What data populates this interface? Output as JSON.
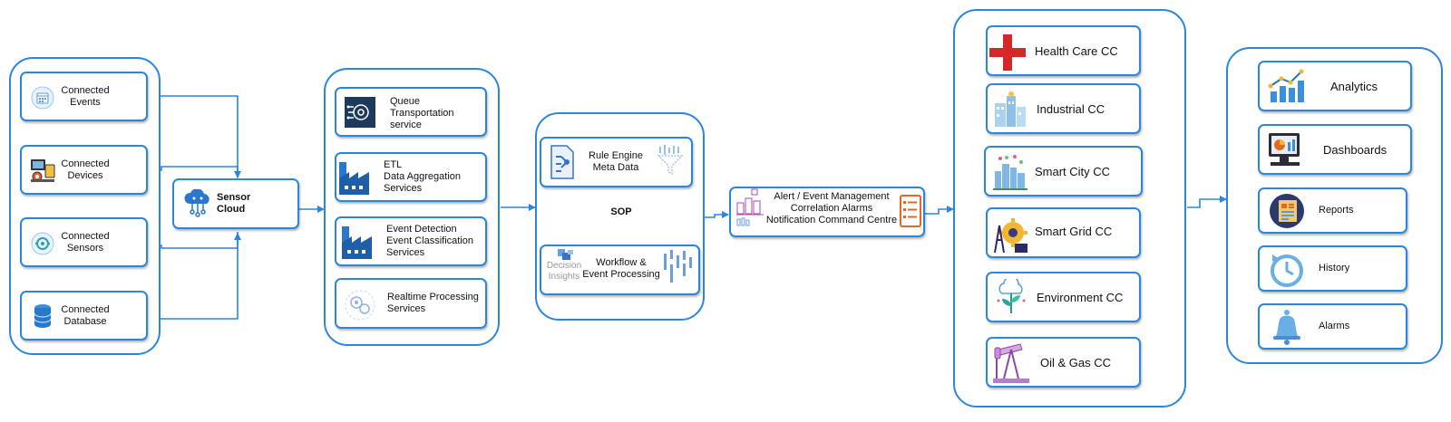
{
  "sources": {
    "events": [
      "Connected",
      "Events"
    ],
    "devices": [
      "Connected",
      "Devices"
    ],
    "sensors": [
      "Connected",
      "Sensors"
    ],
    "database": [
      "Connected",
      "Database"
    ]
  },
  "sensor_cloud": [
    "Sensor",
    "Cloud"
  ],
  "processing": {
    "queue": [
      "Queue",
      "Transportation",
      "service"
    ],
    "etl": [
      "ETL",
      "Data Aggregation",
      "Services"
    ],
    "event_detection": [
      "Event Detection",
      "Event Classification",
      "Services"
    ],
    "realtime": [
      "Realtime Processing",
      "Services"
    ]
  },
  "sop": {
    "title": "SOP",
    "rule_engine": [
      "Rule Engine",
      "Meta Data"
    ],
    "workflow": [
      "Workflow &",
      "Event Processing"
    ],
    "decision_insights": [
      "Decision",
      "Insights"
    ]
  },
  "alert": [
    "Alert / Event Management",
    "Correlation Alarms",
    "Notification Command Centre"
  ],
  "command_centres": [
    "Health Care CC",
    "Industrial CC",
    "Smart City CC",
    "Smart Grid CC",
    "Environment CC",
    "Oil & Gas CC"
  ],
  "outputs": [
    "Analytics",
    "Dashboards",
    "Reports",
    "History",
    "Alarms"
  ],
  "colors": {
    "accent": "#2a86e0",
    "red_cross": "#d62828"
  }
}
